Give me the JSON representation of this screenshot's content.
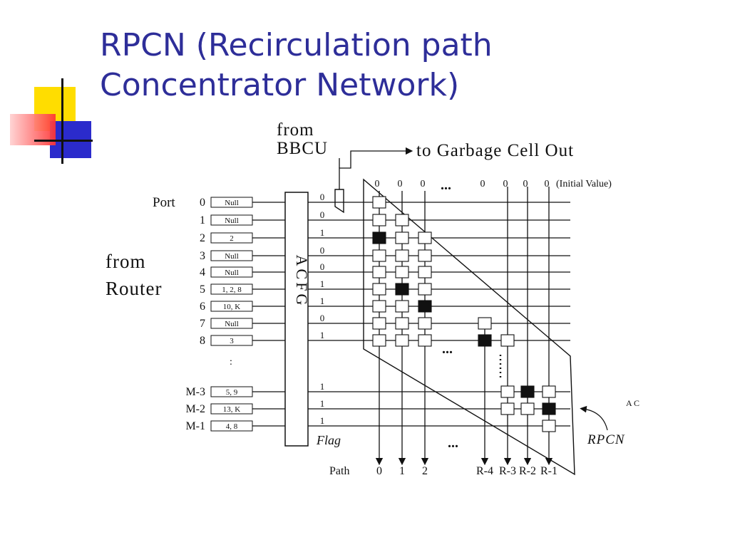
{
  "slide": {
    "title_line1": "RPCN (Recirculation path",
    "title_line2": "Concentrator Network)"
  },
  "colors": {
    "title": "#2e2e99",
    "deco_yellow": "#ffdd00",
    "deco_blue": "#2b2bcc",
    "deco_red": "#ff3333"
  },
  "diagram": {
    "from_router": [
      "from",
      "Router"
    ],
    "from_bbcu": [
      "from",
      "BBCU"
    ],
    "garbage_out": "to Garbage Cell Out",
    "port_label": "Port",
    "ports": [
      {
        "id": "0",
        "content": "Null",
        "flag": "0"
      },
      {
        "id": "1",
        "content": "Null",
        "flag": "0"
      },
      {
        "id": "2",
        "content": "2",
        "flag": "1"
      },
      {
        "id": "3",
        "content": "Null",
        "flag": "0"
      },
      {
        "id": "4",
        "content": "Null",
        "flag": "0"
      },
      {
        "id": "5",
        "content": "1, 2, 8",
        "flag": "1"
      },
      {
        "id": "6",
        "content": "10, K",
        "flag": "1"
      },
      {
        "id": "7",
        "content": "Null",
        "flag": "0"
      },
      {
        "id": "8",
        "content": "3",
        "flag": "1"
      },
      {
        "id": "M-3",
        "content": "5, 9",
        "flag": "1"
      },
      {
        "id": "M-2",
        "content": "13, K",
        "flag": "1"
      },
      {
        "id": "M-1",
        "content": "4, 8",
        "flag": "1"
      }
    ],
    "acfg_label": "ACFG",
    "flag_label": "Flag",
    "initial_values": [
      "0",
      "0",
      "0",
      "0",
      "0",
      "0",
      "0"
    ],
    "initial_value_label": "(Initial Value)",
    "ellipsis": "...",
    "path_label": "Path",
    "paths": [
      "0",
      "1",
      "2",
      "R-4",
      "R-3",
      "R-2",
      "R-1"
    ],
    "rpcn_label": "RPCN",
    "ac_fragment": "A C"
  }
}
